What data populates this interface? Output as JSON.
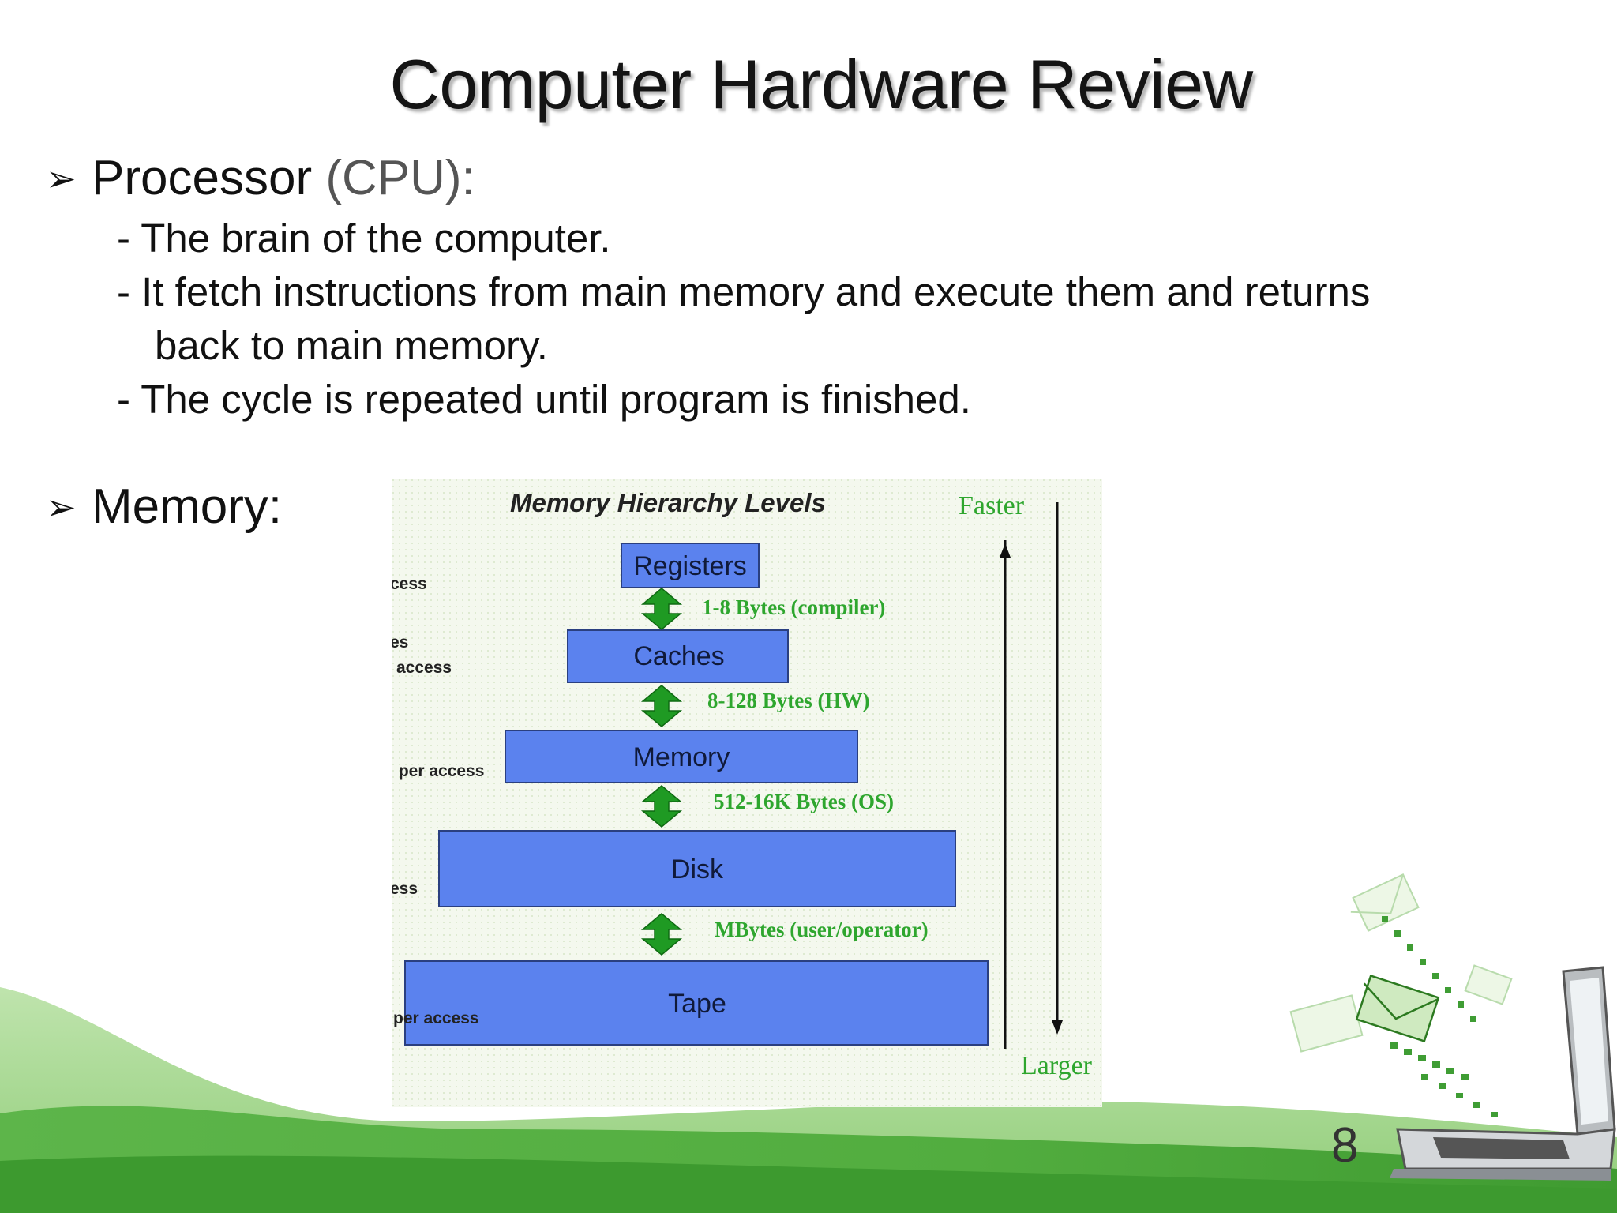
{
  "slide": {
    "title": "Computer Hardware Review",
    "page_number": "8"
  },
  "bullets": {
    "processor": {
      "label": "Processor",
      "label_suffix": "(CPU):",
      "points": [
        "- The brain of the computer.",
        "- It fetch instructions from main memory and execute them and returns",
        "back to main memory.",
        "- The cycle is repeated until program is finished."
      ]
    },
    "memory": {
      "label": "Memory:"
    }
  },
  "figure": {
    "title": "Memory Hierarchy Levels",
    "faster_label": "Faster",
    "larger_label": "Larger",
    "levels": [
      {
        "name": "Registers"
      },
      {
        "name": "Caches"
      },
      {
        "name": "Memory"
      },
      {
        "name": "Disk"
      },
      {
        "name": "Tape"
      }
    ],
    "transfers": [
      "1-8 Bytes (compiler)",
      "8-128 Bytes (HW)",
      "512-16K Bytes (OS)",
      "MBytes (user/operator)"
    ],
    "left_fragments": [
      "cess",
      "es",
      "access",
      ": per access",
      "ess",
      "per access"
    ],
    "colors": {
      "box_fill": "#5b82ee",
      "box_stroke": "#2a3f80",
      "arrow_green": "#1f9a23",
      "label_green": "#2ea62e"
    }
  },
  "icons": {
    "bullet_icon": "arrowhead-bullet",
    "laptop_icon": "laptop-with-envelopes"
  },
  "colors": {
    "wave_dark": "#4aa73a",
    "wave_light": "#9fd48b"
  }
}
